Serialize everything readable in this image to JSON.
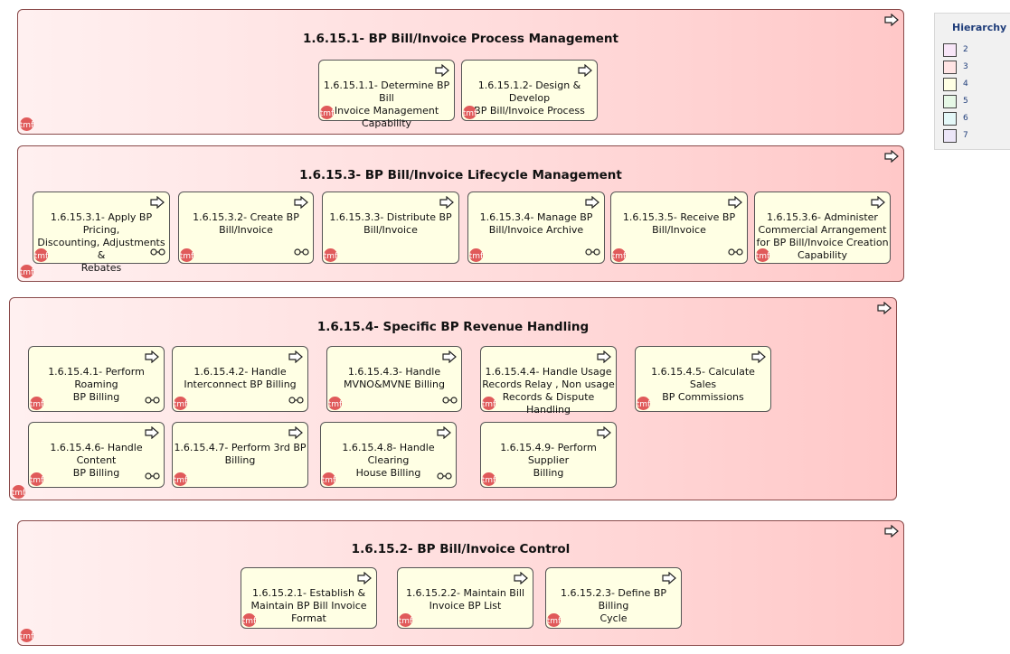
{
  "groups": {
    "g1": {
      "title": "1.6.15.1- BP Bill/Invoice Process Management"
    },
    "g3": {
      "title": "1.6.15.3- BP Bill/Invoice Lifecycle Management"
    },
    "g4": {
      "title": "1.6.15.4- Specific BP Revenue Handling"
    },
    "g2": {
      "title": "1.6.15.2- BP Bill/Invoice Control"
    }
  },
  "boxes": {
    "b1_1": "1.6.15.1.1- Determine BP Bill\nInvoice Management\nCapability",
    "b1_2": "1.6.15.1.2- Design & Develop\nBP Bill/Invoice Process",
    "b3_1": "1.6.15.3.1- Apply BP Pricing,\nDiscounting, Adjustments &\nRebates",
    "b3_2": "1.6.15.3.2- Create BP\nBill/Invoice",
    "b3_3": "1.6.15.3.3- Distribute BP\nBill/Invoice",
    "b3_4": "1.6.15.3.4- Manage BP\nBill/Invoice Archive",
    "b3_5": "1.6.15.3.5- Receive BP\nBill/Invoice",
    "b3_6": "1.6.15.3.6- Administer\nCommercial Arrangement\nfor BP Bill/Invoice Creation\nCapability",
    "b4_1": "1.6.15.4.1- Perform Roaming\nBP Billing",
    "b4_2": "1.6.15.4.2- Handle\nInterconnect BP Billing",
    "b4_3": "1.6.15.4.3- Handle\nMVNO&MVNE Billing",
    "b4_4": "1.6.15.4.4- Handle Usage\nRecords Relay , Non usage\nRecords & Dispute Handling",
    "b4_5": "1.6.15.4.5- Calculate Sales\nBP Commissions",
    "b4_6": "1.6.15.4.6- Handle Content\nBP Billing",
    "b4_7": "1.6.15.4.7- Perform 3rd BP\nBilling",
    "b4_8": "1.6.15.4.8- Handle Clearing\nHouse Billing",
    "b4_9": "1.6.15.4.9- Perform Supplier\nBilling",
    "b2_1": "1.6.15.2.1- Establish &\nMaintain BP Bill Invoice\nFormat",
    "b2_2": "1.6.15.2.2- Maintain Bill\nInvoice BP List",
    "b2_3": "1.6.15.2.3- Define BP Billing\nCycle"
  },
  "badge_text": "tmf",
  "legend": {
    "title": "Hierarchy Le",
    "levels": [
      {
        "label": "2",
        "color": "#f8e6f8"
      },
      {
        "label": "3",
        "color": "#ffe4e4"
      },
      {
        "label": "4",
        "color": "#ffffe4"
      },
      {
        "label": "5",
        "color": "#e6f8e6"
      },
      {
        "label": "6",
        "color": "#e4f8f8"
      },
      {
        "label": "7",
        "color": "#ece6f8"
      }
    ]
  },
  "icons": {
    "arrow": "arrow-right-icon",
    "badge": "tmf-badge-icon",
    "link": "link-chain-icon"
  },
  "colors": {
    "group_fill": "#ffdcdc",
    "box_fill": "#ffffe4",
    "badge": "#e05a5a",
    "legend_text": "#1f3d7a"
  }
}
